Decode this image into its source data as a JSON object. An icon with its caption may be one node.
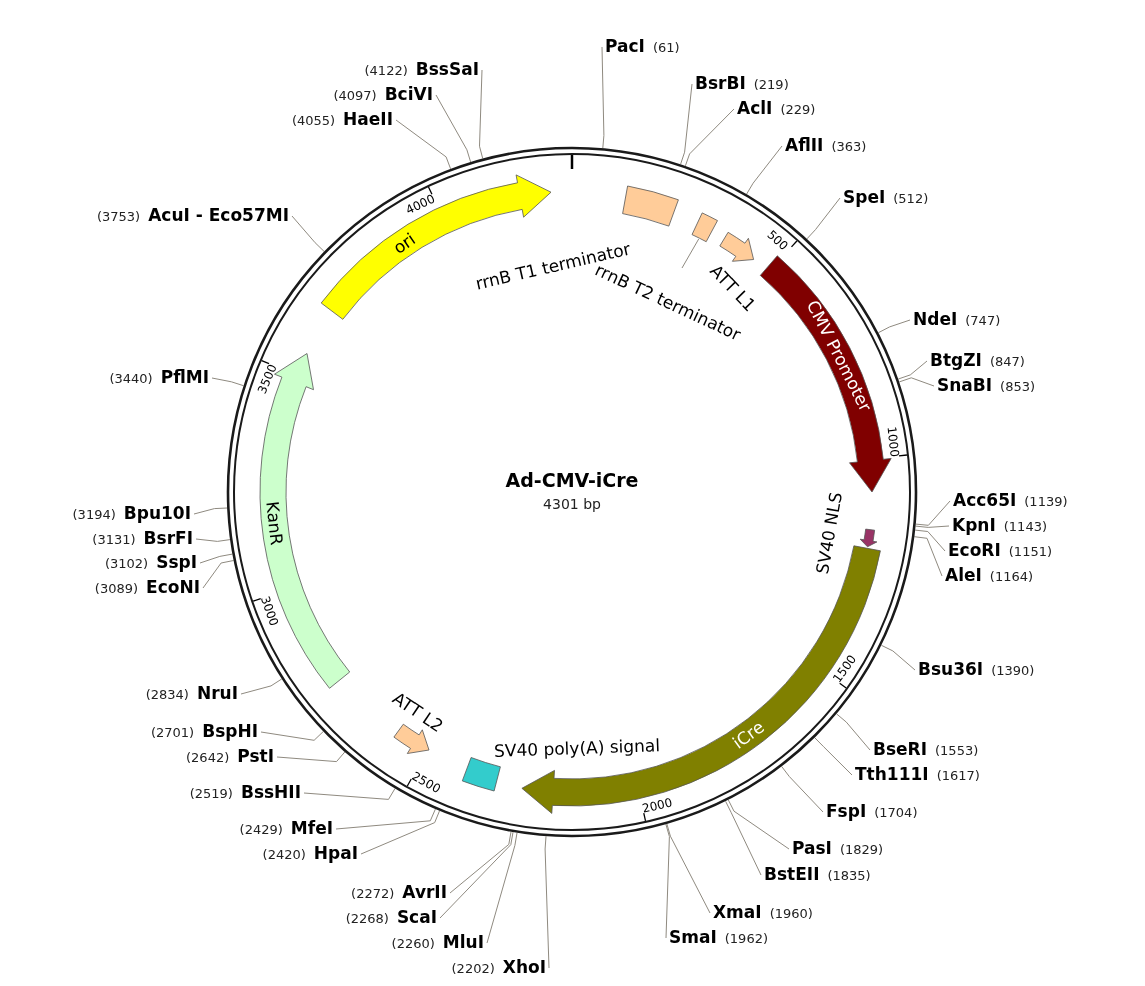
{
  "diagram": {
    "nodes": [
      {
        "text": [],
        "shape": "circle"
      },
      {
        "text": [
          "rrnB T1 terminator"
        ],
        "in": 0
      },
      {
        "text": [
          "rrnB T2 terminator"
        ],
        "in": 0
      },
      {
        "text": [],
        "shape": "box",
        "in": 0
      },
      {
        "text": [
          "ATT L1"
        ],
        "in": 0
      },
      {
        "text": [
          "CMV Promoter"
        ],
        "in": 0
      },
      {
        "text": [
          "SV40 NLS"
        ],
        "in": 0
      },
      {
        "text": [
          "iCre"
        ],
        "in": 0
      },
      {
        "text": [
          "SV40 poly(A) signal"
        ],
        "in": 0
      },
      {
        "text": [
          "ATT L2"
        ],
        "in": 0
      },
      {
        "text": [
          "KanR"
        ],
        "in": 0
      },
      {
        "text": [
          "ori"
        ],
        "in": 0
      },
      {
        "text": [
          "PacI",
          "(61)"
        ]
      },
      {
        "text": [
          "BsrBI",
          "(219)"
        ]
      },
      {
        "text": [
          "AclI",
          "(229)"
        ]
      },
      {
        "text": [
          "AflII",
          "(363)"
        ]
      },
      {
        "text": [
          "SpeI",
          "(512)"
        ]
      },
      {
        "text": [
          "NdeI",
          "(747)"
        ]
      },
      {
        "text": [
          "BtgZI",
          "(847)"
        ]
      },
      {
        "text": [
          "SnaBI",
          "(853)"
        ]
      },
      {
        "text": [
          "Acc65I",
          "(1139)"
        ]
      },
      {
        "text": [
          "KpnI",
          "(1143)"
        ]
      },
      {
        "text": [
          "EcoRI",
          "(1151)"
        ]
      },
      {
        "text": [
          "AleI",
          "(1164)"
        ]
      },
      {
        "text": [
          "Bsu36I",
          "(1390)"
        ]
      },
      {
        "text": [
          "BseRI",
          "(1553)"
        ]
      },
      {
        "text": [
          "Tth111I",
          "(1617)"
        ]
      },
      {
        "text": [
          "FspI",
          "(1704)"
        ]
      },
      {
        "text": [
          "PasI",
          "(1829)"
        ]
      },
      {
        "text": [
          "BstEII",
          "(1835)"
        ]
      },
      {
        "text": [
          "XmaI",
          "(1960)"
        ]
      },
      {
        "text": [
          "SmaI",
          "(1962)"
        ]
      },
      {
        "text": [
          "(2202)",
          "XhoI"
        ]
      },
      {
        "text": [
          "(2260)",
          "MluI"
        ]
      },
      {
        "text": [
          "(2268)",
          "ScaI"
        ]
      },
      {
        "text": [
          "(2272)",
          "AvrII"
        ]
      },
      {
        "text": [
          "(2420)",
          "HpaI"
        ]
      },
      {
        "text": [
          "(2429)",
          "MfeI"
        ]
      },
      {
        "text": [
          "(2519)",
          "BssHII"
        ]
      },
      {
        "text": [
          "(2642)",
          "PstI"
        ]
      },
      {
        "text": [
          "(2701)",
          "BspHI"
        ]
      },
      {
        "text": [
          "(2834)",
          "NruI"
        ]
      },
      {
        "text": [
          "(3089)",
          "EcoNI"
        ]
      },
      {
        "text": [
          "(3102)",
          "SspI"
        ]
      },
      {
        "text": [
          "(3131)",
          "BsrFI"
        ]
      },
      {
        "text": [
          "(3194)",
          "Bpu10I"
        ]
      },
      {
        "text": [
          "(3440)",
          "PflMI"
        ]
      },
      {
        "text": [
          "(3753)",
          "AcuI - Eco57MI"
        ]
      },
      {
        "text": [
          "(4055)",
          "HaeII"
        ]
      },
      {
        "text": [
          "(4097)",
          "BciVI"
        ]
      },
      {
        "text": [
          "(4122)",
          "BssSaI"
        ]
      }
    ],
    "edges": [
      {
        "from": 2,
        "to": 3,
        "arrow": "none"
      },
      {
        "from": 12,
        "to": 0,
        "arrow": "none"
      },
      {
        "from": 13,
        "to": 0,
        "arrow": "none"
      },
      {
        "from": 14,
        "to": 0,
        "arrow": "none"
      },
      {
        "from": 15,
        "to": 0,
        "arrow": "none"
      },
      {
        "from": 16,
        "to": 0,
        "arrow": "none"
      },
      {
        "from": 17,
        "to": 0,
        "arrow": "none"
      },
      {
        "from": 18,
        "to": 0,
        "arrow": "none"
      },
      {
        "from": 19,
        "to": 0,
        "arrow": "none"
      },
      {
        "from": 20,
        "to": 0,
        "arrow": "none"
      },
      {
        "from": 21,
        "to": 0,
        "arrow": "none"
      },
      {
        "from": 22,
        "to": 0,
        "arrow": "none"
      },
      {
        "from": 23,
        "to": 0,
        "arrow": "none"
      },
      {
        "from": 24,
        "to": 0,
        "arrow": "none"
      },
      {
        "from": 25,
        "to": 0,
        "arrow": "none"
      },
      {
        "from": 26,
        "to": 0,
        "arrow": "none"
      },
      {
        "from": 27,
        "to": 0,
        "arrow": "none"
      },
      {
        "from": 28,
        "to": 0,
        "arrow": "none"
      },
      {
        "from": 29,
        "to": 0,
        "arrow": "none"
      },
      {
        "from": 30,
        "to": 0,
        "arrow": "none"
      },
      {
        "from": 31,
        "to": 0,
        "arrow": "none"
      },
      {
        "from": 32,
        "to": 0,
        "arrow": "none"
      },
      {
        "from": 33,
        "to": 0,
        "arrow": "none"
      },
      {
        "from": 34,
        "to": 0,
        "arrow": "none"
      },
      {
        "from": 35,
        "to": 0,
        "arrow": "none"
      },
      {
        "from": 36,
        "to": 0,
        "arrow": "none"
      },
      {
        "from": 37,
        "to": 0,
        "arrow": "none"
      },
      {
        "from": 38,
        "to": 0,
        "arrow": "none"
      },
      {
        "from": 39,
        "to": 0,
        "arrow": "none"
      },
      {
        "from": 40,
        "to": 0,
        "arrow": "none"
      },
      {
        "from": 41,
        "to": 0,
        "arrow": "none"
      },
      {
        "from": 42,
        "to": 0,
        "arrow": "none"
      },
      {
        "from": 43,
        "to": 0,
        "arrow": "none"
      },
      {
        "from": 44,
        "to": 0,
        "arrow": "none"
      },
      {
        "from": 45,
        "to": 0,
        "arrow": "none"
      },
      {
        "from": 46,
        "to": 0,
        "arrow": "none"
      },
      {
        "from": 47,
        "to": 0,
        "arrow": "none"
      },
      {
        "from": 48,
        "to": 0,
        "arrow": "none"
      },
      {
        "from": 49,
        "to": 0,
        "arrow": "none"
      },
      {
        "from": 50,
        "to": 0,
        "arrow": "none"
      }
    ],
    "labels": [
      "Ad-CMV-iCre",
      "4301 bp",
      "500",
      "1000",
      "1500",
      "2000",
      "2500",
      "3000",
      "3500",
      "4000"
    ]
  }
}
